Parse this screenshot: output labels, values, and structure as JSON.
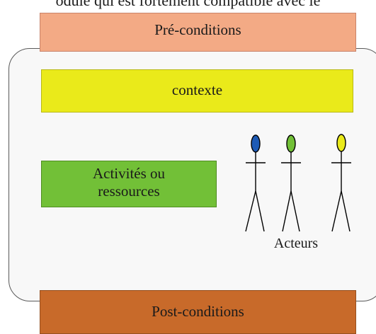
{
  "top_text": "odule qui est fortement compatible avec le",
  "boxes": {
    "pre": "Pré-conditions",
    "context": "contexte",
    "activities_line1": "Activités ou",
    "activities_line2": "ressources",
    "post": "Post-conditions"
  },
  "actors": {
    "label": "Acteurs",
    "colors": [
      "#1e5bb5",
      "#72c037",
      "#eaea1a"
    ]
  }
}
